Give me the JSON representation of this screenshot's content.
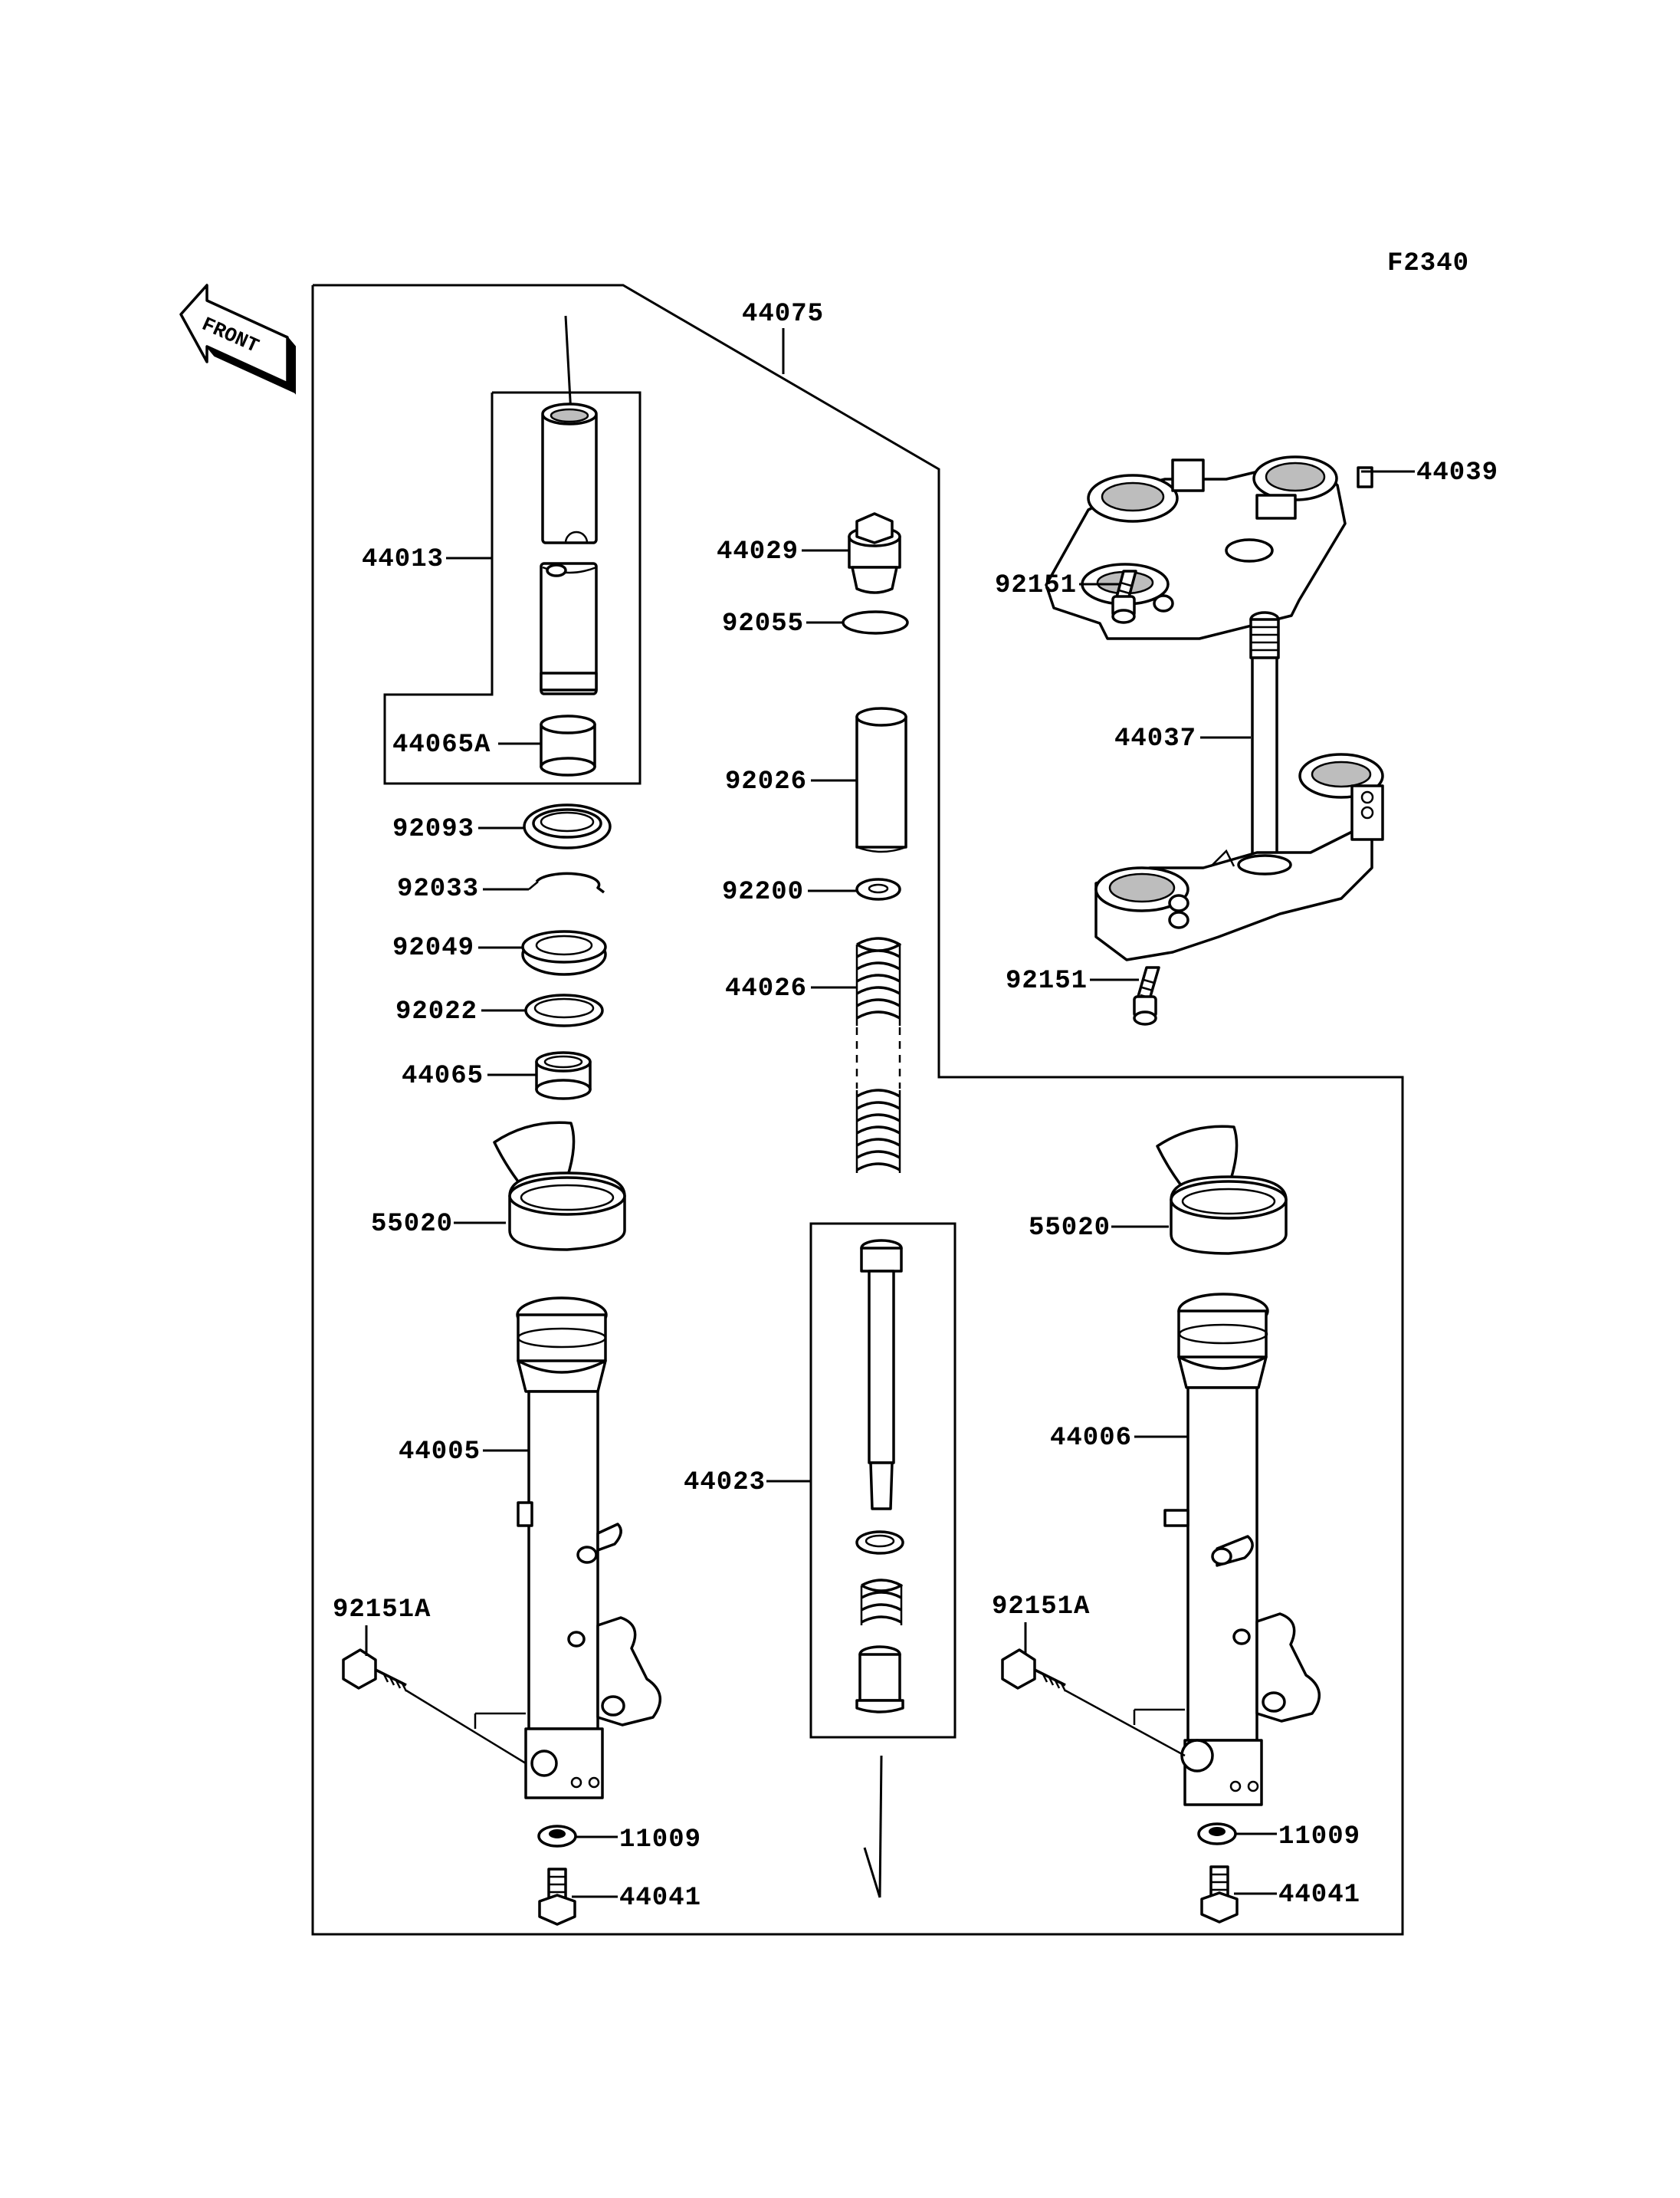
{
  "figure_code": "F2340",
  "front_label": "FRONT",
  "parts": {
    "assembly": "44075",
    "fork_tube_set": "44013",
    "bushing_a": "44065A",
    "oil_seal_cover": "92093",
    "circlip": "92033",
    "oil_seal": "92049",
    "washer_22": "92022",
    "bushing": "44065",
    "cap": "44029",
    "o_ring": "92055",
    "collar": "92026",
    "washer_200": "92200",
    "spring": "44026",
    "cylinder": "44023",
    "upper_bracket": "44039",
    "bolt_upper": "92151",
    "stem": "44037",
    "bolt_lower": "92151",
    "guard_left": "55020",
    "guard_right": "55020",
    "outer_tube_left": "44005",
    "outer_tube_right": "44006",
    "bolt_axle_left": "92151A",
    "bolt_axle_right": "92151A",
    "gasket_left": "11009",
    "gasket_right": "11009",
    "drain_bolt_left": "44041",
    "drain_bolt_right": "44041"
  }
}
